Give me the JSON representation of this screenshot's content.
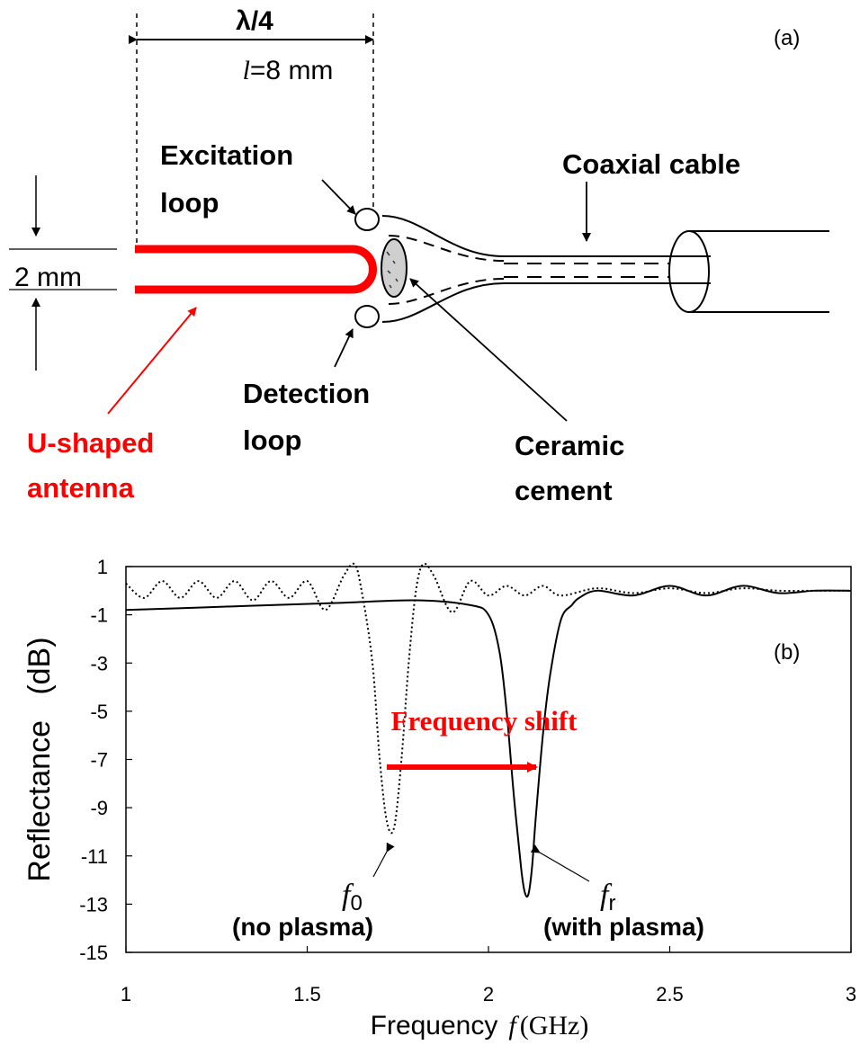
{
  "panel_a": {
    "panel_label": "(a)",
    "dimension_lambda": "λ/4",
    "dimension_l_symbol": "l",
    "dimension_l_value": "=8 mm",
    "gap_label": "2 mm",
    "excitation_loop_line1": "Excitation",
    "excitation_loop_line2": "loop",
    "coaxial_cable": "Coaxial cable",
    "detection_loop_line1": "Detection",
    "detection_loop_line2": "loop",
    "antenna_line1": "U-shaped",
    "antenna_line2": "antenna",
    "ceramic_line1": "Ceramic",
    "ceramic_line2": "cement",
    "colors": {
      "antenna": "#ff0000",
      "ink": "#000000"
    }
  },
  "panel_b": {
    "panel_label": "(b)",
    "shift_label": "Frequency shift",
    "f0_symbol": "f",
    "f0_sub": "0",
    "f0_note": "(no plasma)",
    "fr_symbol": "f",
    "fr_sub": "r",
    "fr_note": "(with plasma)",
    "colors": {
      "shift": "#ff0000"
    }
  },
  "chart_data": {
    "type": "line",
    "xlabel": "Frequency",
    "xlabel_symbol": "f",
    "xlabel_unit": "(GHz)",
    "ylabel": "Reflectance   (dB)",
    "xlim": [
      1,
      3
    ],
    "ylim": [
      -15,
      1
    ],
    "xticks": [
      1,
      1.5,
      2,
      2.5,
      3
    ],
    "xtick_labels": [
      "1",
      "1.5",
      "2",
      "2.5",
      "3"
    ],
    "yticks": [
      1,
      -1,
      -3,
      -5,
      -7,
      -9,
      -11,
      -13,
      -15
    ],
    "ytick_labels": [
      "1",
      "-1",
      "-3",
      "-5",
      "-7",
      "-9",
      "-11",
      "-13",
      "-15"
    ],
    "grid": false,
    "series": [
      {
        "style": "dotted",
        "x": [
          1.0,
          1.05,
          1.1,
          1.15,
          1.2,
          1.25,
          1.3,
          1.35,
          1.4,
          1.45,
          1.5,
          1.55,
          1.6,
          1.63,
          1.65,
          1.68,
          1.7,
          1.72,
          1.74,
          1.76,
          1.78,
          1.8,
          1.82,
          1.85,
          1.9,
          1.95,
          2.0,
          2.05,
          2.1,
          2.15,
          2.2,
          2.3,
          2.4,
          2.5,
          2.6,
          2.7,
          2.8,
          2.9,
          3.0
        ],
        "y": [
          0.3,
          -0.3,
          0.4,
          -0.3,
          0.4,
          -0.3,
          0.4,
          -0.4,
          0.4,
          -0.3,
          0.4,
          -0.8,
          0.6,
          1.1,
          0.0,
          -3.0,
          -7.0,
          -9.6,
          -9.8,
          -7.0,
          -3.0,
          0.0,
          1.1,
          0.6,
          -0.9,
          0.4,
          -0.2,
          0.2,
          -0.2,
          0.2,
          -0.2,
          0.1,
          -0.1,
          0.1,
          -0.1,
          0.1,
          0.0,
          0.0,
          0.0
        ]
      },
      {
        "style": "solid",
        "x": [
          1.0,
          1.2,
          1.4,
          1.6,
          1.8,
          1.95,
          2.0,
          2.03,
          2.05,
          2.07,
          2.09,
          2.1,
          2.11,
          2.12,
          2.13,
          2.15,
          2.17,
          2.2,
          2.23,
          2.25,
          2.3,
          2.4,
          2.5,
          2.6,
          2.7,
          2.8,
          2.9,
          3.0
        ],
        "y": [
          -0.8,
          -0.7,
          -0.6,
          -0.5,
          -0.4,
          -0.6,
          -1.0,
          -2.5,
          -5.0,
          -8.5,
          -11.5,
          -12.5,
          -12.6,
          -11.5,
          -9.5,
          -6.0,
          -3.5,
          -1.2,
          -0.6,
          -0.3,
          0.0,
          -0.2,
          0.2,
          -0.2,
          0.2,
          -0.1,
          0.0,
          0.0
        ]
      }
    ]
  }
}
